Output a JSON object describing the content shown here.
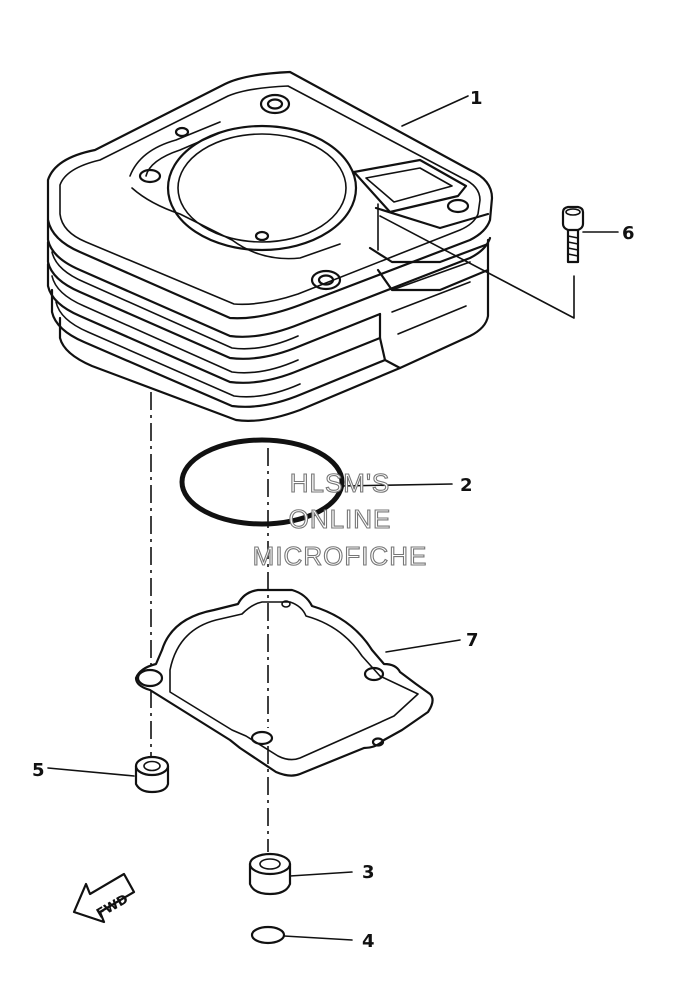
{
  "diagram": {
    "parts": [
      {
        "id": "cylinder",
        "callout": "1"
      },
      {
        "id": "o-ring-large",
        "callout": "2"
      },
      {
        "id": "dowel-pin-lower",
        "callout": "3"
      },
      {
        "id": "o-ring-small",
        "callout": "4"
      },
      {
        "id": "dowel-pin-left",
        "callout": "5"
      },
      {
        "id": "bolt",
        "callout": "6"
      },
      {
        "id": "base-gasket",
        "callout": "7"
      }
    ],
    "watermark": {
      "line1": "HLSM'S",
      "line2": "ONLINE",
      "line3": "MICROFICHE"
    },
    "fwd_label": "FWD",
    "colors": {
      "ink": "#111111",
      "watermark": "#777777",
      "background": "#ffffff"
    }
  }
}
